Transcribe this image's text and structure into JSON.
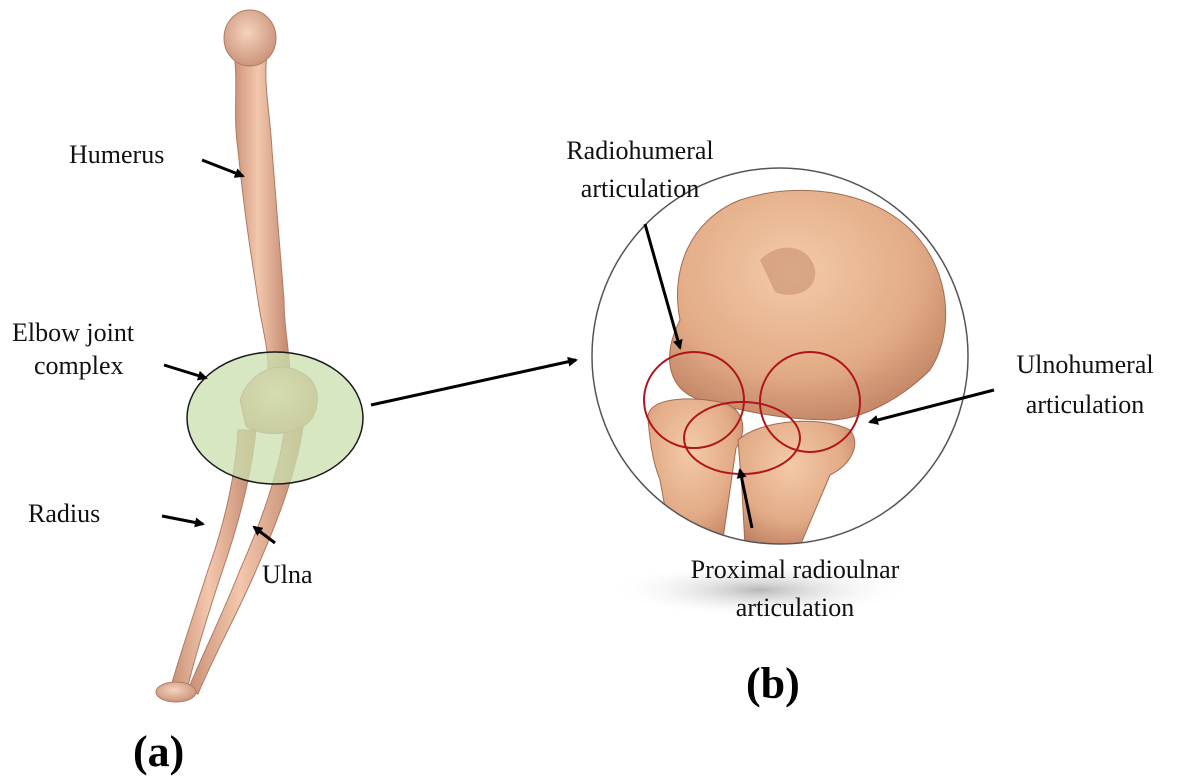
{
  "panel_a": {
    "tag": "(a)",
    "labels": {
      "humerus": "Humerus",
      "elbow_line1": "Elbow joint",
      "elbow_line2": "complex",
      "radius": "Radius",
      "ulna": "Ulna"
    }
  },
  "panel_b": {
    "tag": "(b)",
    "labels": {
      "radiohumeral_line1": "Radiohumeral",
      "radiohumeral_line2": "articulation",
      "ulnohumeral_line1": "Ulnohumeral",
      "ulnohumeral_line2": "articulation",
      "proximal_line1": "Proximal radioulnar",
      "proximal_line2": "articulation"
    }
  },
  "colors": {
    "bone": "#e8b496",
    "bone_shade": "#b9806a",
    "highlight_fill": "#c9dfae",
    "highlight_stroke": "#1a1a1a",
    "joint_circle": "#b0151a",
    "arrow": "#000000"
  }
}
